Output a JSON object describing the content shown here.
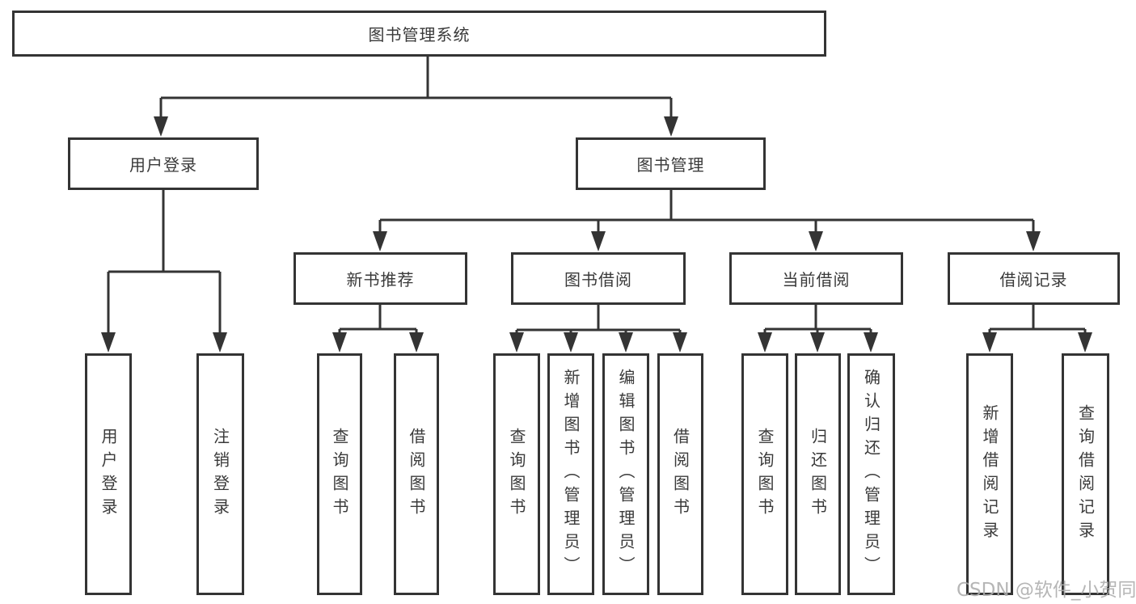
{
  "diagram": {
    "root": {
      "label": "图书管理系统"
    },
    "level2": [
      {
        "label": "用户登录"
      },
      {
        "label": "图书管理"
      }
    ],
    "level3": [
      {
        "label": "新书推荐"
      },
      {
        "label": "图书借阅"
      },
      {
        "label": "当前借阅"
      },
      {
        "label": "借阅记录"
      }
    ],
    "leaves": [
      {
        "label": "用户登录",
        "parent": "用户登录"
      },
      {
        "label": "注销登录",
        "parent": "用户登录"
      },
      {
        "label": "查询图书",
        "parent": "新书推荐"
      },
      {
        "label": "借阅图书",
        "parent": "新书推荐"
      },
      {
        "label": "查询图书",
        "parent": "图书借阅"
      },
      {
        "label": "新增图书（管理员）",
        "parent": "图书借阅"
      },
      {
        "label": "编辑图书（管理员）",
        "parent": "图书借阅"
      },
      {
        "label": "借阅图书",
        "parent": "图书借阅"
      },
      {
        "label": "查询图书",
        "parent": "当前借阅"
      },
      {
        "label": "归还图书",
        "parent": "当前借阅"
      },
      {
        "label": "确认归还（管理员）",
        "parent": "当前借阅"
      },
      {
        "label": "新增借阅记录",
        "parent": "借阅记录"
      },
      {
        "label": "查询借阅记录",
        "parent": "借阅记录"
      }
    ]
  },
  "watermark": {
    "text": "CSDN @软件_小贺同学"
  },
  "colors": {
    "line": "#343434",
    "box_border": "#343434",
    "text": "#3a3a3a",
    "watermark": "#acacac",
    "background": "#ffffff"
  }
}
